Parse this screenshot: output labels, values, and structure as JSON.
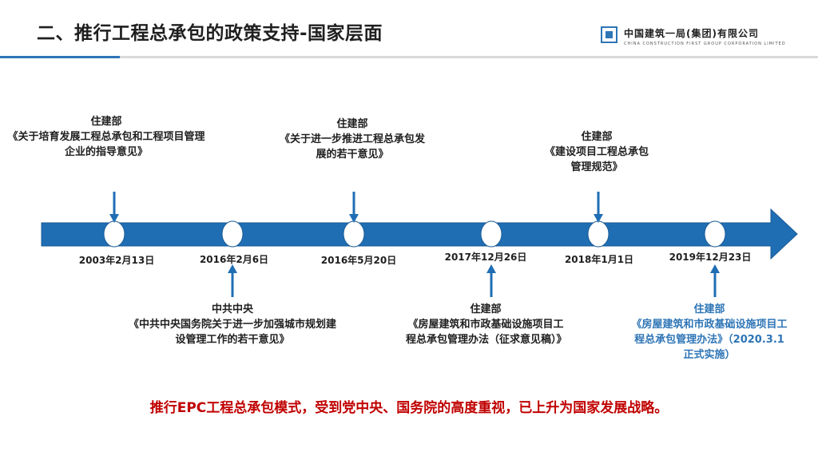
{
  "slide": {
    "title": "二、推行工程总承包的政策支持-国家层面",
    "logo": {
      "name_cn": "中国建筑一局(集团)有限公司",
      "name_en": "CHINA CONSTRUCTION FIRST GROUP CORPORATION LIMITED"
    },
    "colors": {
      "accent": "#2e75b6",
      "arrow": "#1f6eb4",
      "conclusion": "#c00000"
    }
  },
  "timeline": {
    "dates": [
      "2003年2月13日",
      "2016年2月6日",
      "2016年5月20日",
      "2017年12月26日",
      "2018年1月1日",
      "2019年12月23日"
    ],
    "above": [
      {
        "issuer": "住建部",
        "doc": "《关于培育发展工程总承包和工程项目管理企业的指导意见》"
      },
      {
        "issuer": "住建部",
        "doc": "《关于进一步推进工程总承包发展的若干意见》"
      },
      {
        "issuer": "住建部",
        "doc": "《建设项目工程总承包管理规范》"
      }
    ],
    "below": [
      {
        "issuer": "中共中央",
        "doc": "《中共中央国务院关于进一步加强城市规划建设管理工作的若干意见》"
      },
      {
        "issuer": "住建部",
        "doc": "《房屋建筑和市政基础设施项目工程总承包管理办法（征求意见稿）》"
      },
      {
        "issuer": "住建部",
        "doc": "《房屋建筑和市政基础设施项目工程总承包管理办法》（2020.3.1正式实施）"
      }
    ]
  },
  "conclusion": "推行EPC工程总承包模式，受到党中央、国务院的高度重视，已上升为国家发展战略。"
}
